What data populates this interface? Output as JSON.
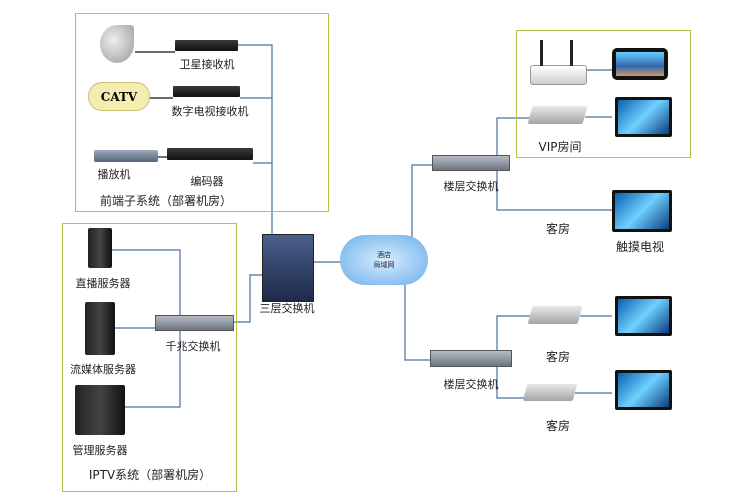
{
  "frontend": {
    "title": "前端子系统（部署机房）",
    "satellite_receiver": "卫星接收机",
    "catv": "CATV",
    "digital_tv_receiver": "数字电视接收机",
    "player": "播放机",
    "encoder": "编码器"
  },
  "iptv": {
    "title": "IPTV系统（部署机房）",
    "live_server": "直播服务器",
    "streaming_server": "流媒体服务器",
    "management_server": "管理服务器",
    "gigabit_switch": "千兆交换机"
  },
  "core": {
    "l3_switch": "三层交换机",
    "cloud_line1": "酒店",
    "cloud_line2": "局域网"
  },
  "floor1": {
    "switch": "楼层交换机",
    "vip_room": "VIP房间",
    "guest_room": "客房",
    "touch_tv": "触摸电视"
  },
  "floor2": {
    "switch": "楼层交换机",
    "guest_room_1": "客房",
    "guest_room_2": "客房"
  },
  "colors": {
    "box_border": "#b8c24a",
    "line": "#4a6fa0"
  }
}
